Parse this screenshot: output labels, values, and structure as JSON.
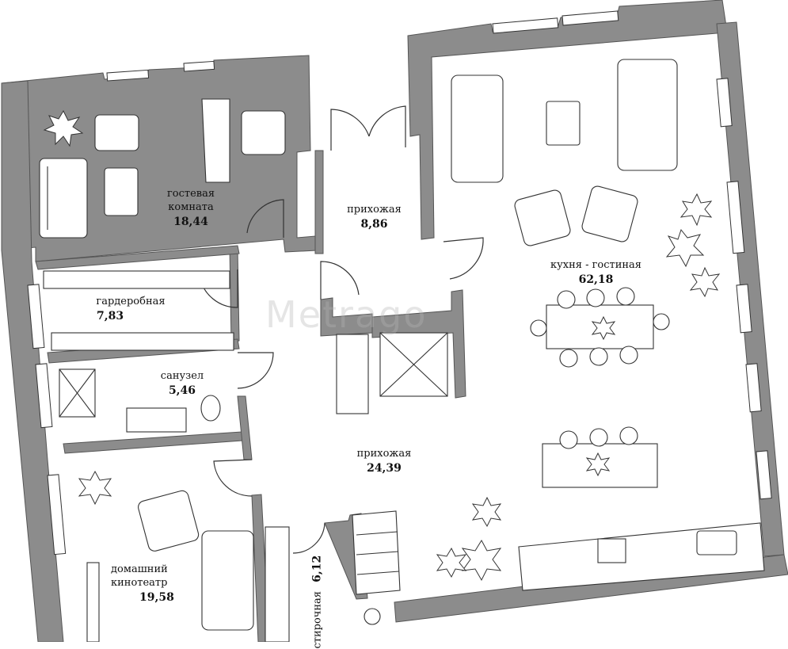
{
  "plan": {
    "rooms": [
      {
        "id": "guest-room",
        "name": "гостевая комната",
        "name_lines": [
          "гостевая",
          "комната"
        ],
        "area": "18,44"
      },
      {
        "id": "hallway-small",
        "name": "прихожая",
        "area": "8,86"
      },
      {
        "id": "kitchen-living",
        "name": "кухня - гостиная",
        "area": "62,18"
      },
      {
        "id": "wardrobe",
        "name": "гардеробная",
        "area": "7,83"
      },
      {
        "id": "bathroom",
        "name": "санузел",
        "area": "5,46"
      },
      {
        "id": "hallway-main",
        "name": "прихожая",
        "area": "24,39"
      },
      {
        "id": "home-cinema",
        "name": "домашний кинотеатр",
        "name_lines": [
          "домашний",
          "кинотеатр"
        ],
        "area": "19,58"
      },
      {
        "id": "laundry",
        "name": "постирочная",
        "name_visible": "стирочная",
        "area": "6,12"
      }
    ],
    "watermark": "Metrago",
    "colors": {
      "wall": "#8c8c8c",
      "wall_edge": "#555555",
      "line": "#333333",
      "floor": "#ffffff"
    }
  }
}
